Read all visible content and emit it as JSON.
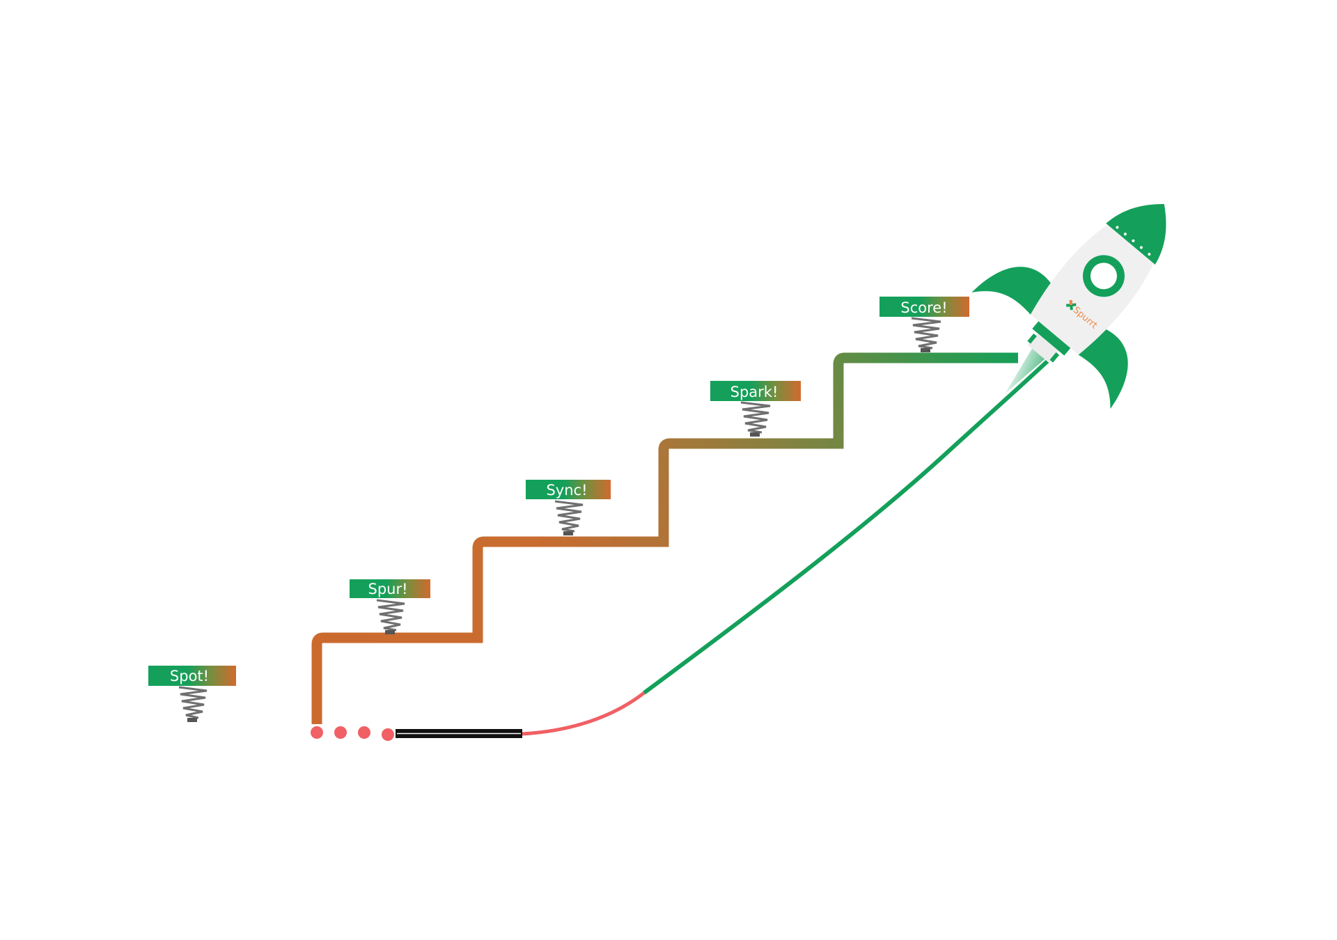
{
  "diagram": {
    "stages": [
      {
        "label": "Spot!"
      },
      {
        "label": "Spur!"
      },
      {
        "label": "Sync!"
      },
      {
        "label": "Spark!"
      },
      {
        "label": "Score!"
      }
    ],
    "rocket": {
      "logo_text": "Spurrt",
      "icon": "rocket-icon"
    },
    "colors": {
      "green": "#14a05a",
      "orange": "#cc6a2e",
      "olive": "#6e8d45",
      "coral": "#f06064",
      "spring": "#6f6f6f",
      "white_body": "#f0f0f0"
    }
  }
}
